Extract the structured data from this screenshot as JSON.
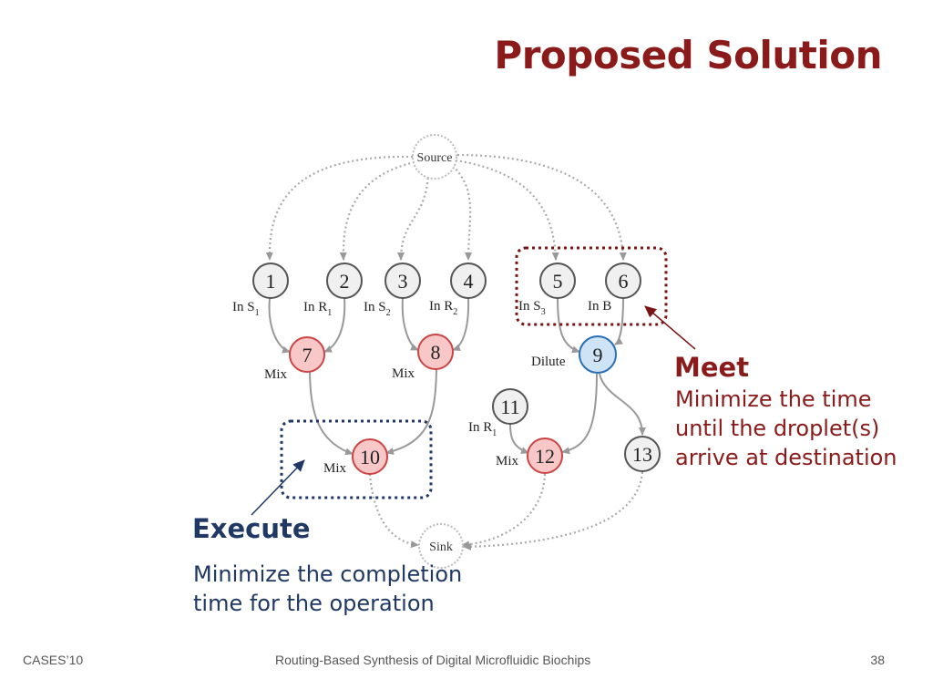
{
  "title": "Proposed Solution",
  "graph": {
    "source_label": "Source",
    "sink_label": "Sink",
    "nodes": [
      "1",
      "2",
      "3",
      "4",
      "5",
      "6",
      "7",
      "8",
      "9",
      "10",
      "11",
      "12",
      "13"
    ],
    "input_labels": {
      "n1": {
        "base": "In S",
        "sub": "1"
      },
      "n2": {
        "base": "In R",
        "sub": "1"
      },
      "n3": {
        "base": "In S",
        "sub": "2"
      },
      "n4": {
        "base": "In R",
        "sub": "2"
      },
      "n5": {
        "base": "In S",
        "sub": "3"
      },
      "n6": {
        "base": "In B",
        "sub": ""
      },
      "n11": {
        "base": "In R",
        "sub": "1"
      }
    },
    "op_labels": {
      "n7": "Mix",
      "n8": "Mix",
      "n9": "Dilute",
      "n10": "Mix",
      "n12": "Mix"
    },
    "colors": {
      "input_fill": "#f0f0f0",
      "input_stroke": "#555555",
      "mix_fill": "#f8c8c8",
      "mix_stroke": "#cc4444",
      "dilute_fill": "#cfe3f7",
      "dilute_stroke": "#2a6fb5",
      "meet_box": "#7a1414",
      "execute_box": "#1f3864"
    }
  },
  "meet": {
    "heading": "Meet",
    "line1": "Minimize the time",
    "line2": "until the droplet(s)",
    "line3": "arrive at destination"
  },
  "execute": {
    "heading": "Execute",
    "line1": "Minimize the completion",
    "line2": "time for the operation"
  },
  "footer": {
    "left": "CASES’10",
    "center": "Routing-Based Synthesis of Digital Microfluidic Biochips",
    "page": "38"
  }
}
